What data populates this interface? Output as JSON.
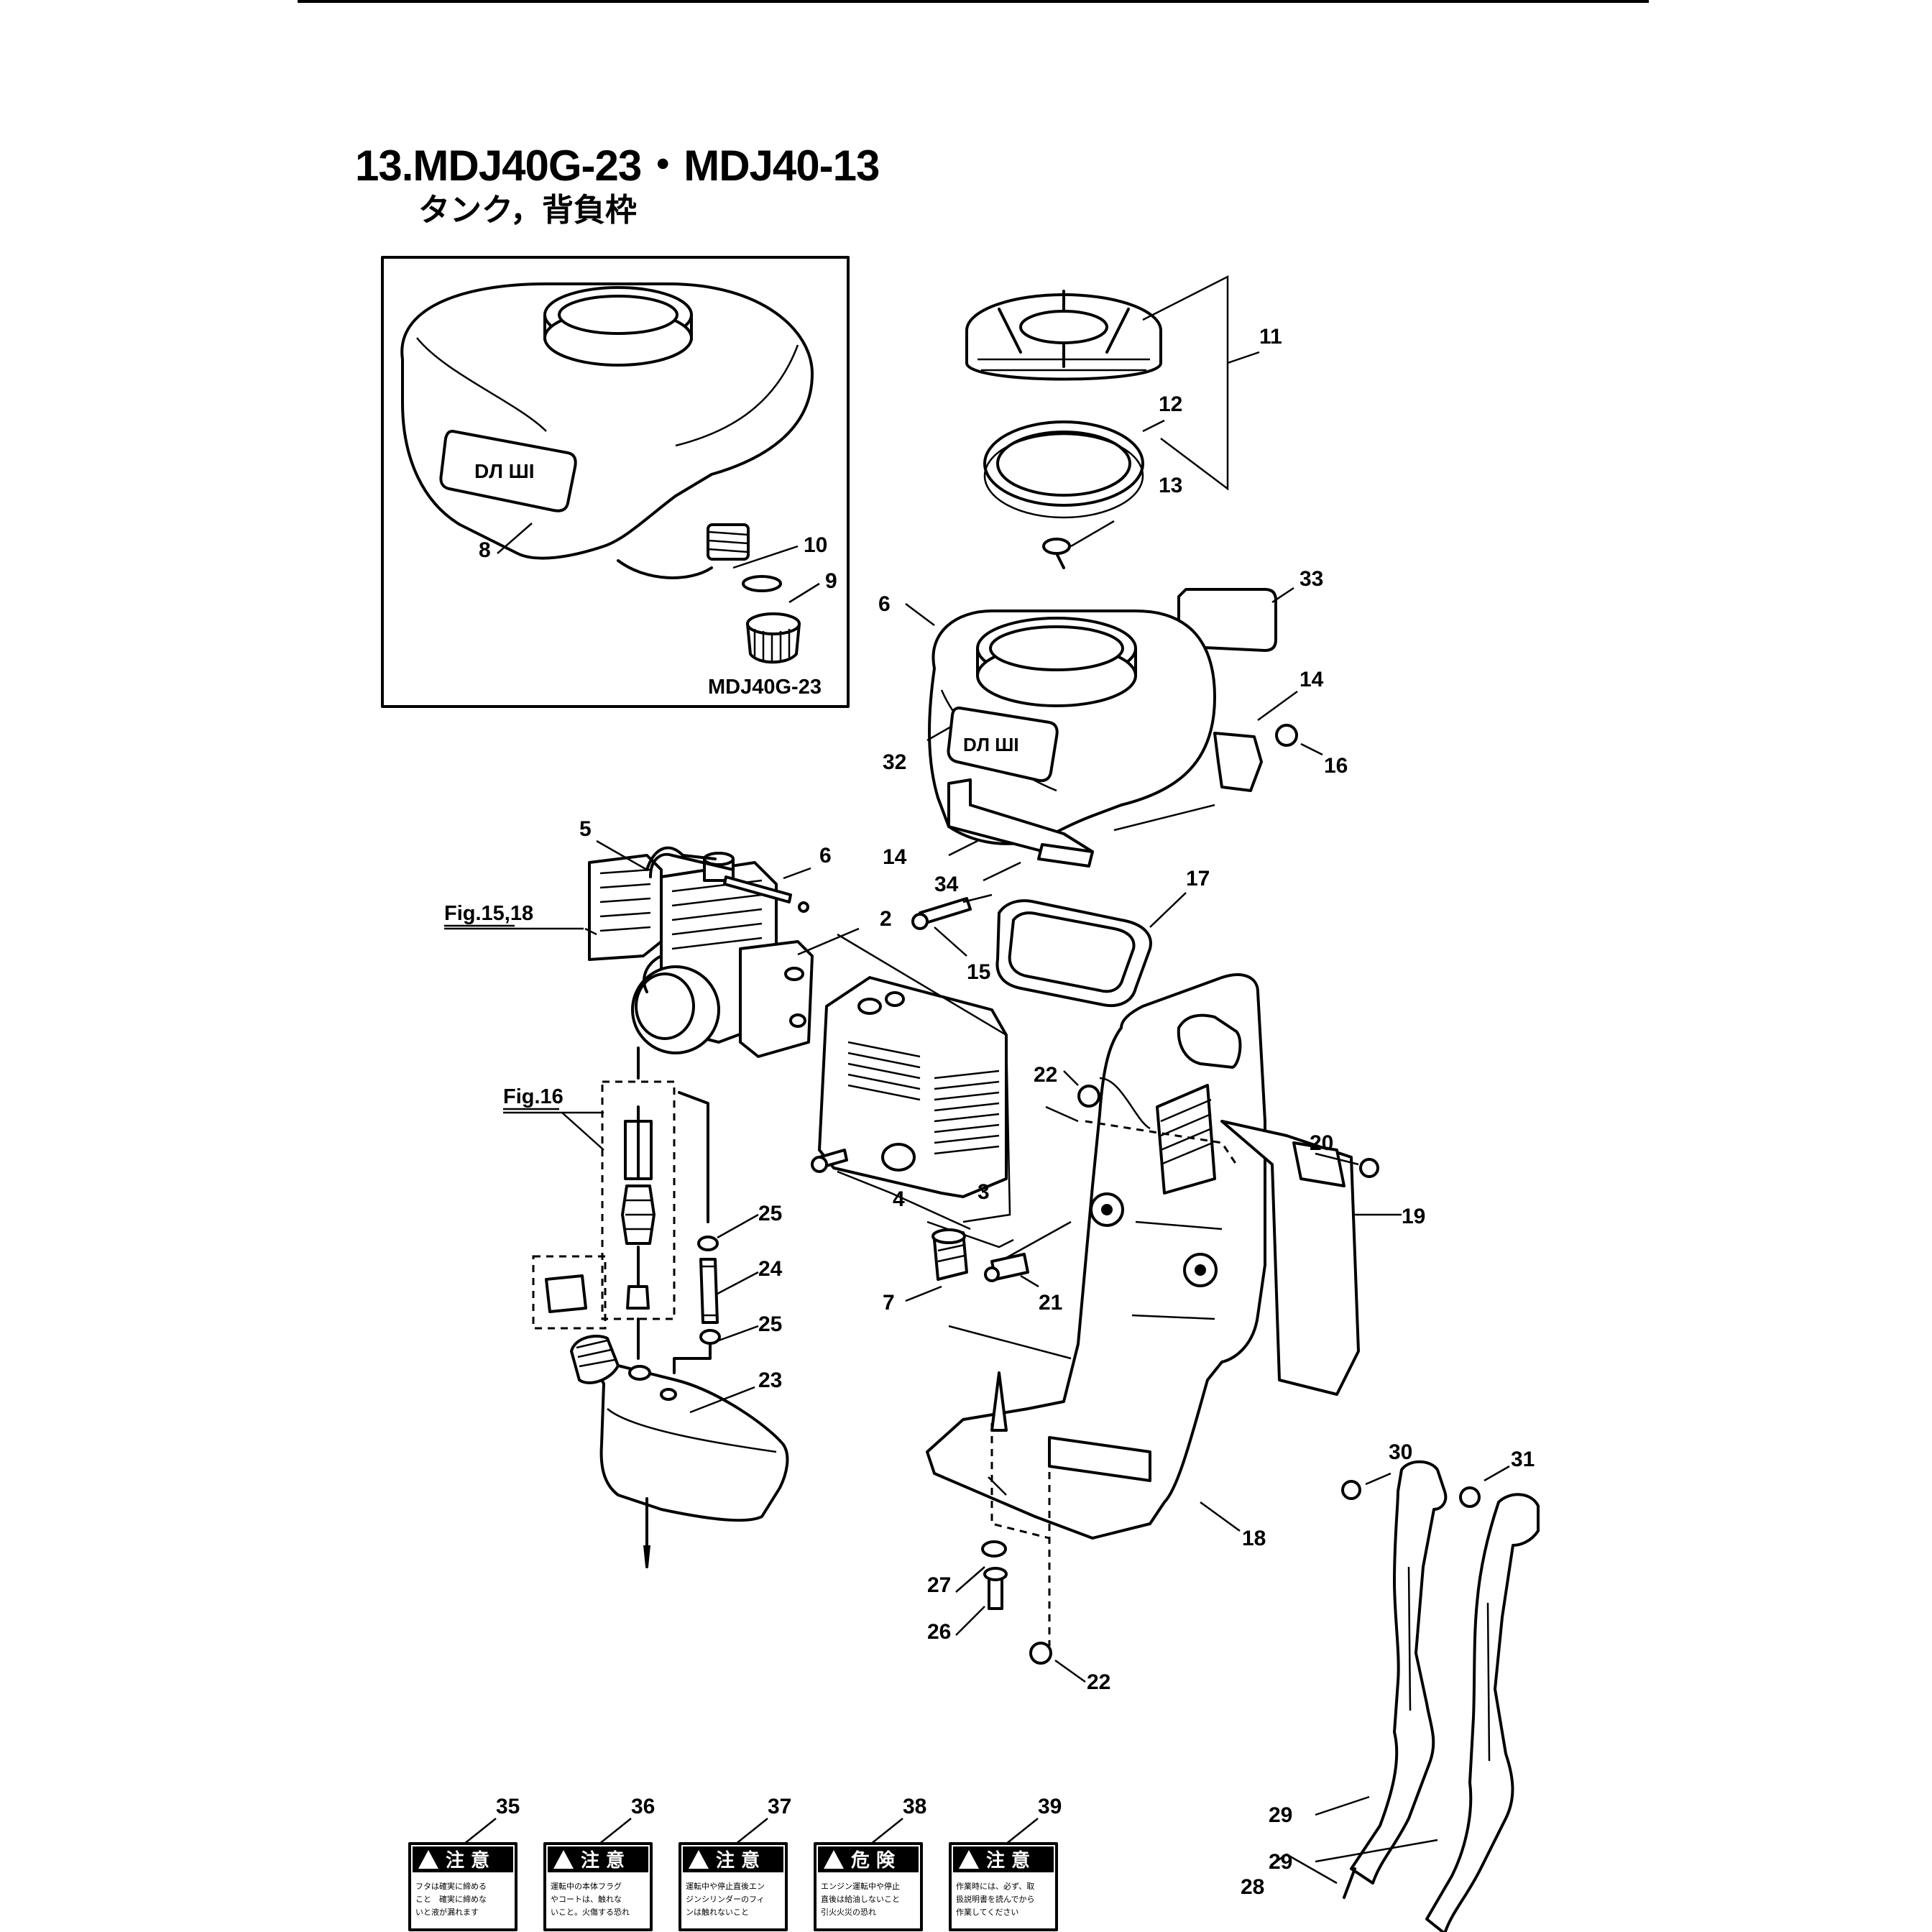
{
  "title": "13.MDJ40G-23・MDJ40-13",
  "subtitle": "タンク，背負枠",
  "inset_label": "MDJ40G-23",
  "refs": {
    "fig_15_18": "Fig.15,18",
    "fig_16": "Fig.16"
  },
  "part_numbers": {
    "p1": "11",
    "p2": "12",
    "p3": "13",
    "p4": "13",
    "p5": "33",
    "p6": "6",
    "p7": "14",
    "p8": "16",
    "p9": "32",
    "p10": "14",
    "p11": "34",
    "p12": "5",
    "p13": "6",
    "p14": "2",
    "p15": "17",
    "p16": "15",
    "p17": "22",
    "p18": "20",
    "p19": "19",
    "p20": "4",
    "p21": "3",
    "p22": "25",
    "p23": "24",
    "p24": "25",
    "p25": "7",
    "p26": "21",
    "p27": "23",
    "p28": "18",
    "p29": "30",
    "p30": "31",
    "p31": "27",
    "p32": "26",
    "p33": "22",
    "p34": "29",
    "p35": "29",
    "p36": "28",
    "p37": "8",
    "p38": "10",
    "p39": "9"
  },
  "stickers": [
    {
      "num": "35",
      "head": "注 意",
      "lines": [
        "フタは確実に締める",
        "こと　確実に締めな",
        "いと液が漏れます"
      ]
    },
    {
      "num": "36",
      "head": "注 意",
      "lines": [
        "運転中の本体フラグ",
        "やコートは、触れな",
        "いこと。火傷する恐れ"
      ]
    },
    {
      "num": "37",
      "head": "注 意",
      "lines": [
        "運転中や停止直後エン",
        "ジンシリンダーのフィ",
        "ンは触れないこと"
      ]
    },
    {
      "num": "38",
      "head": "危 険",
      "lines": [
        "エンジン運転中や停止",
        "直後は給油しないこと",
        "引火火災の恐れ"
      ]
    },
    {
      "num": "39",
      "head": "注 意",
      "lines": [
        "作業時には、必ず、取",
        "扱説明書を読んでから",
        "作業してください"
      ]
    }
  ],
  "colors": {
    "ink": "#000000",
    "paper": "#ffffff"
  }
}
